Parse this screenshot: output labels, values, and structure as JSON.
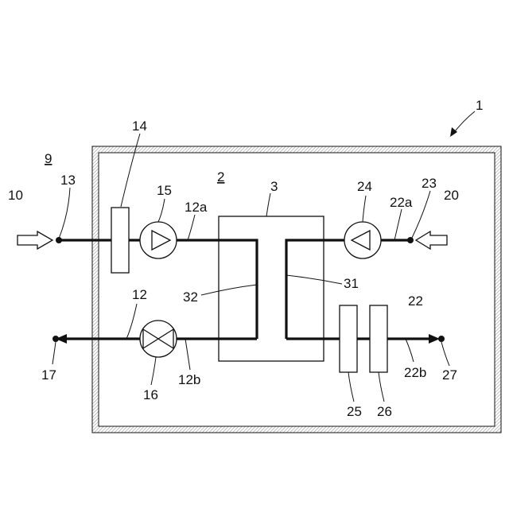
{
  "labels": {
    "apparatus": "1",
    "region_outer": "9",
    "region_inner": "2",
    "device": "3",
    "inlet_arrow_left": "10",
    "inlet_arrow_right": "20",
    "path_left": "12",
    "path_left_a": "12a",
    "path_left_b": "12b",
    "node_left": "13",
    "filter_left": "14",
    "pump_left": "15",
    "valve": "16",
    "outlet_left": "17",
    "path_right": "22",
    "path_right_a": "22a",
    "path_right_b": "22b",
    "node_right": "23",
    "pump_right": "24",
    "element_25": "25",
    "element_26": "26",
    "outlet_right": "27",
    "channel_31": "31",
    "channel_32": "32"
  }
}
